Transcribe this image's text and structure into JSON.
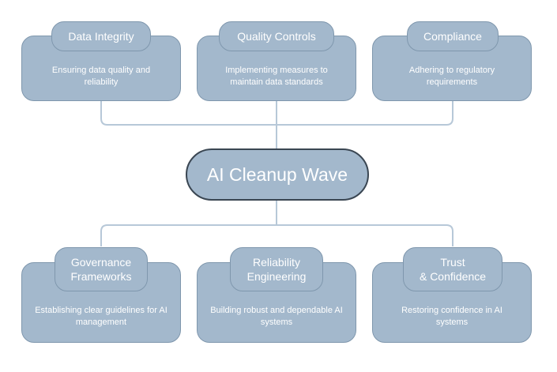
{
  "center": {
    "label": "AI Cleanup Wave"
  },
  "top": [
    {
      "title": "Data Integrity",
      "description": "Ensuring data quality and reliability"
    },
    {
      "title": "Quality Controls",
      "description": "Implementing measures to maintain data standards"
    },
    {
      "title": "Compliance",
      "description": "Adhering to regulatory requirements"
    }
  ],
  "bottom": [
    {
      "title": "Governance\nFrameworks",
      "description": "Establishing clear guidelines for AI management"
    },
    {
      "title": "Reliability\nEngineering",
      "description": "Building robust and dependable AI systems"
    },
    {
      "title": "Trust\n& Confidence",
      "description": "Restoring confidence in AI systems"
    }
  ],
  "colors": {
    "node_fill": "#a3b8cc",
    "node_border": "#7f97ad",
    "center_border": "#3a4652",
    "connector": "#b7c8d8",
    "text": "#ffffff"
  }
}
